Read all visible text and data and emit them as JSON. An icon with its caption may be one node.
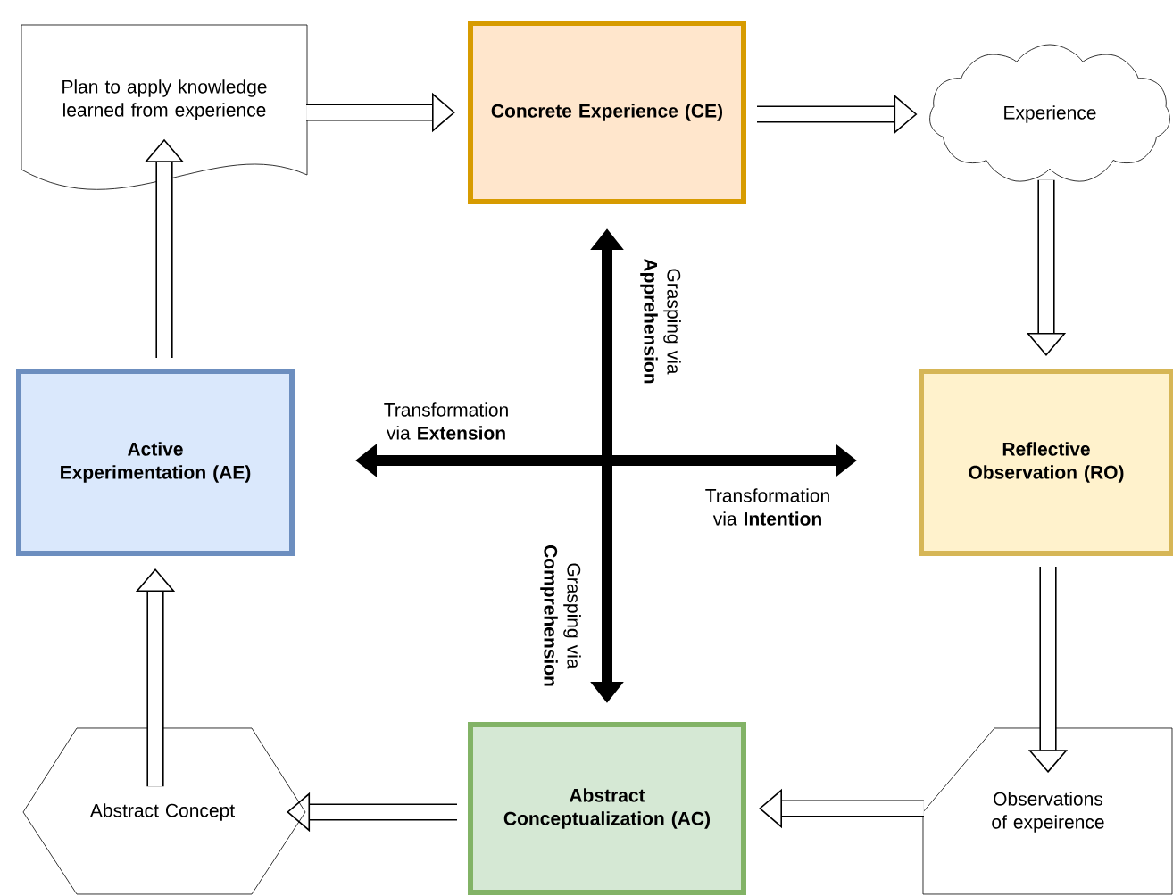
{
  "diagram": {
    "nodes": [
      {
        "text": [
          "Plan to apply knowledge learned from experience"
        ]
      },
      {
        "text": [
          "Concrete Experience (CE)"
        ]
      },
      {
        "text": [
          "Experience"
        ]
      },
      {
        "text": [
          "Active Experimentation (AE)"
        ]
      },
      {
        "text": [
          "Reflective Observation (RO)"
        ]
      },
      {
        "text": [
          "Abstract Concept"
        ]
      },
      {
        "text": [
          "Abstract Conceptualization (AC)"
        ]
      },
      {
        "text": [
          "Observations of expeirence"
        ]
      }
    ],
    "edges": [
      {
        "from": 0,
        "to": 1,
        "arrow": "to"
      },
      {
        "from": 1,
        "to": 2,
        "arrow": "to"
      },
      {
        "from": 2,
        "to": 4,
        "arrow": "to"
      },
      {
        "from": 4,
        "to": 7,
        "arrow": "to"
      },
      {
        "from": 7,
        "to": 6,
        "arrow": "to"
      },
      {
        "from": 6,
        "to": 5,
        "arrow": "to"
      },
      {
        "from": 5,
        "to": 3,
        "arrow": "to"
      },
      {
        "from": 3,
        "to": 0,
        "arrow": "to"
      }
    ],
    "labels": [
      "Grasping via **Apprehension**",
      "Transformation via **Extension**",
      "Transformation via **Intention**",
      "Grasping via **Comprehension**"
    ]
  }
}
